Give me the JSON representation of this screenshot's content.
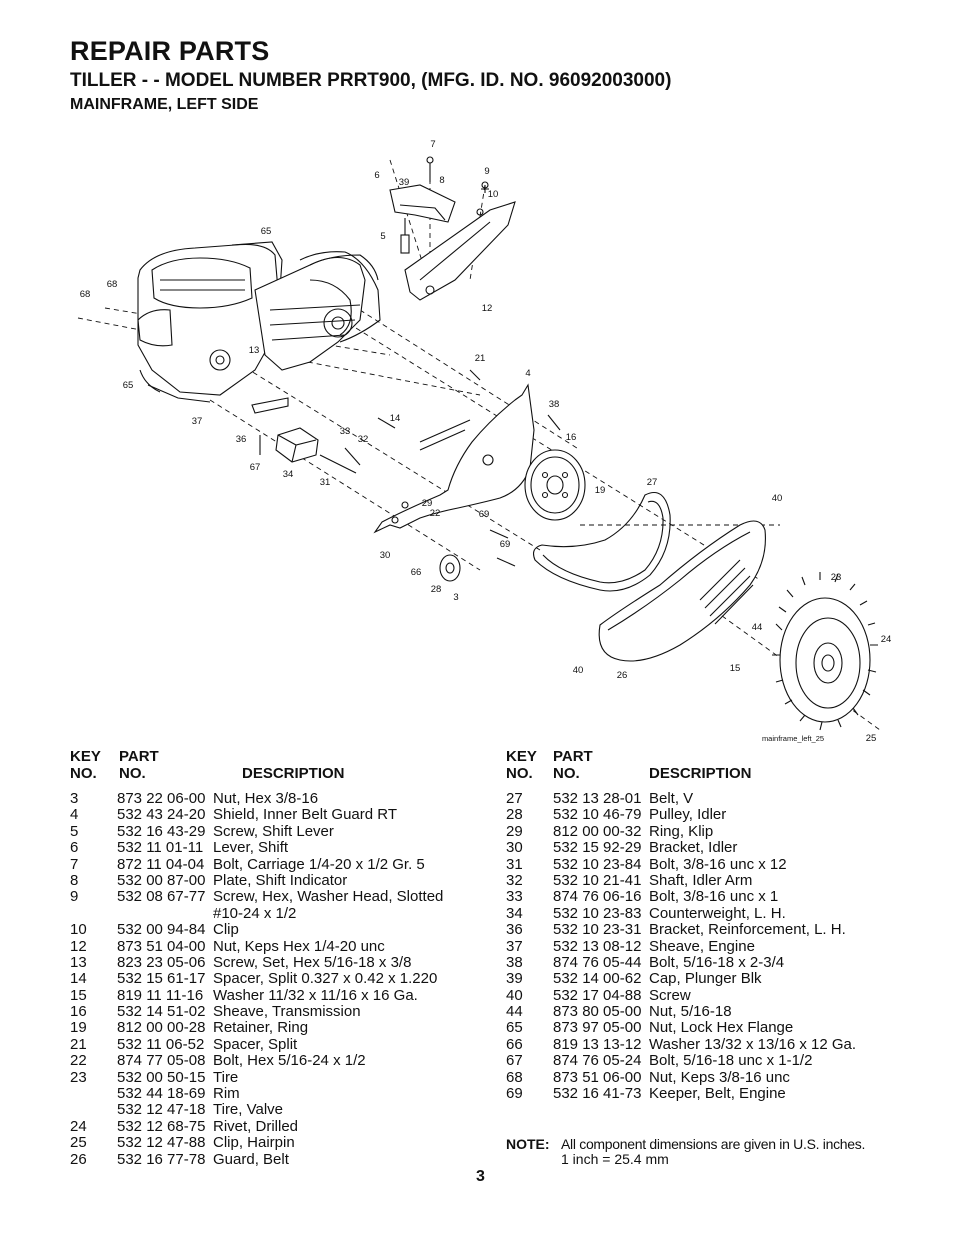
{
  "header": {
    "title": "REPAIR PARTS",
    "subtitle": "TILLER - - MODEL NUMBER PRRT900, (MFG. ID. NO. 96092003000)",
    "section": "MAINFRAME, LEFT SIDE"
  },
  "diagram": {
    "image_label": "mainframe_left_25"
  },
  "table_headers": {
    "key_top": "KEY",
    "key_bottom": "NO.",
    "part_top": "PART",
    "part_bottom": "NO.",
    "description": "DESCRIPTION"
  },
  "parts_left": [
    {
      "key": "3",
      "part": "873 22 06-00",
      "desc": "Nut, Hex  3/8-16"
    },
    {
      "key": "4",
      "part": "532 43 24-20",
      "desc": "Shield, Inner Belt Guard RT"
    },
    {
      "key": "5",
      "part": "532 16 43-29",
      "desc": "Screw, Shift Lever"
    },
    {
      "key": "6",
      "part": "532 11 01-11",
      "desc": "Lever, Shift"
    },
    {
      "key": "7",
      "part": "872 11 04-04",
      "desc": "Bolt, Carriage  1/4-20 x 1/2 Gr. 5"
    },
    {
      "key": "8",
      "part": "532 00 87-00",
      "desc": "Plate, Shift Indicator"
    },
    {
      "key": "9",
      "part": "532 08 67-77",
      "desc": "Screw, Hex, Washer Head, Slotted"
    },
    {
      "key": "",
      "part": "",
      "desc": "#10-24 x 1/2"
    },
    {
      "key": "10",
      "part": "532 00 94-84",
      "desc": "Clip"
    },
    {
      "key": "12",
      "part": "873 51 04-00",
      "desc": "Nut, Keps Hex  1/4-20 unc"
    },
    {
      "key": "13",
      "part": "823 23 05-06",
      "desc": "Screw, Set, Hex  5/16-18 x 3/8"
    },
    {
      "key": "14",
      "part": "532 15 61-17",
      "desc": "Spacer, Split  0.327 x 0.42 x 1.220"
    },
    {
      "key": "15",
      "part": "819 11 11-16",
      "desc": "Washer  11/32 x 11/16 x 16 Ga."
    },
    {
      "key": "16",
      "part": "532 14 51-02",
      "desc": "Sheave, Transmission"
    },
    {
      "key": "19",
      "part": "812 00 00-28",
      "desc": "Retainer, Ring"
    },
    {
      "key": "21",
      "part": "532 11 06-52",
      "desc": "Spacer, Split"
    },
    {
      "key": "22",
      "part": "874 77 05-08",
      "desc": "Bolt, Hex 5/16-24 x 1/2"
    },
    {
      "key": "23",
      "part": "532 00 50-15",
      "desc": "Tire"
    },
    {
      "key": "",
      "part": "532 44 18-69",
      "desc": "Rim"
    },
    {
      "key": "",
      "part": "532 12 47-18",
      "desc": "Tire, Valve"
    },
    {
      "key": "24",
      "part": "532 12 68-75",
      "desc": "Rivet, Drilled"
    },
    {
      "key": "25",
      "part": "532 12 47-88",
      "desc": "Clip, Hairpin"
    },
    {
      "key": "26",
      "part": "532 16 77-78",
      "desc": "Guard, Belt"
    }
  ],
  "parts_right": [
    {
      "key": "27",
      "part": "532 13 28-01",
      "desc": "Belt, V"
    },
    {
      "key": "28",
      "part": "532 10 46-79",
      "desc": "Pulley, Idler"
    },
    {
      "key": "29",
      "part": "812 00 00-32",
      "desc": "Ring, Klip"
    },
    {
      "key": "30",
      "part": "532 15 92-29",
      "desc": "Bracket, Idler"
    },
    {
      "key": "31",
      "part": "532 10 23-84",
      "desc": "Bolt, 3/8-16 unc x 12"
    },
    {
      "key": "32",
      "part": "532 10 21-41",
      "desc": "Shaft, Idler Arm"
    },
    {
      "key": "33",
      "part": "874 76 06-16",
      "desc": "Bolt, 3/8-16 unc x 1"
    },
    {
      "key": "34",
      "part": "532 10 23-83",
      "desc": "Counterweight, L. H."
    },
    {
      "key": "36",
      "part": "532 10 23-31",
      "desc": "Bracket, Reinforcement, L. H."
    },
    {
      "key": "37",
      "part": "532 13 08-12",
      "desc": "Sheave, Engine"
    },
    {
      "key": "38",
      "part": "874 76 05-44",
      "desc": "Bolt, 5/16-18 x 2-3/4"
    },
    {
      "key": "39",
      "part": "532 14 00-62",
      "desc": "Cap, Plunger Blk"
    },
    {
      "key": "40",
      "part": "532 17 04-88",
      "desc": "Screw"
    },
    {
      "key": "44",
      "part": "873 80 05-00",
      "desc": "Nut, 5/16-18"
    },
    {
      "key": "65",
      "part": "873 97 05-00",
      "desc": "Nut, Lock Hex Flange"
    },
    {
      "key": "66",
      "part": "819 13 13-12",
      "desc": "Washer 13/32 x 13/16 x 12 Ga."
    },
    {
      "key": "67",
      "part": "874 76 05-24",
      "desc": "Bolt, 5/16-18 unc x 1-1/2"
    },
    {
      "key": "68",
      "part": "873 51 06-00",
      "desc": "Nut, Keps 3/8-16 unc"
    },
    {
      "key": "69",
      "part": "532 16 41-73",
      "desc": "Keeper, Belt, Engine"
    }
  ],
  "note": {
    "label": "NOTE:",
    "line1": "All component dimensions are given in U.S. inches.",
    "line2": "1 inch = 25.4 mm"
  },
  "page_number": "3"
}
